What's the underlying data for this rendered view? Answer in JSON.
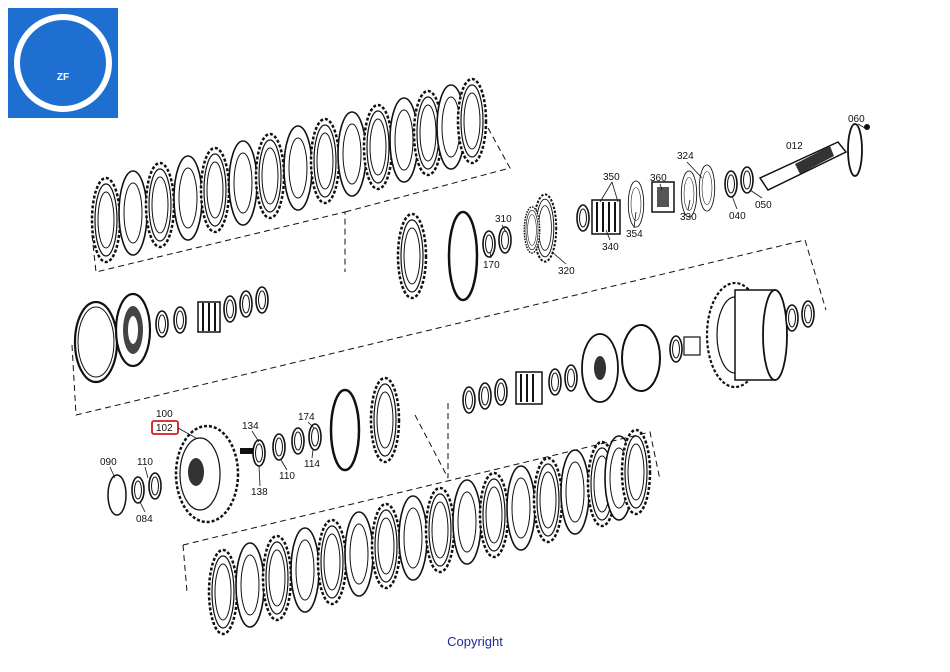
{
  "logo": {
    "text": "ZF",
    "color": "#1f6fd1"
  },
  "footer": {
    "copyright": "Copyright"
  },
  "highlight": {
    "part": "102",
    "color": "#d8191c"
  },
  "parts": {
    "p060": "060",
    "p012": "012",
    "p324": "324",
    "p360": "360",
    "p350": "350",
    "p310": "310",
    "p170": "170",
    "p320": "320",
    "p340": "340",
    "p354": "354",
    "p330": "330",
    "p040": "040",
    "p050": "050",
    "p100": "100",
    "p102": "102",
    "p134": "134",
    "p174": "174",
    "p090": "090",
    "p110a": "110",
    "p084": "084",
    "p138": "138",
    "p110b": "110",
    "p114": "114"
  }
}
